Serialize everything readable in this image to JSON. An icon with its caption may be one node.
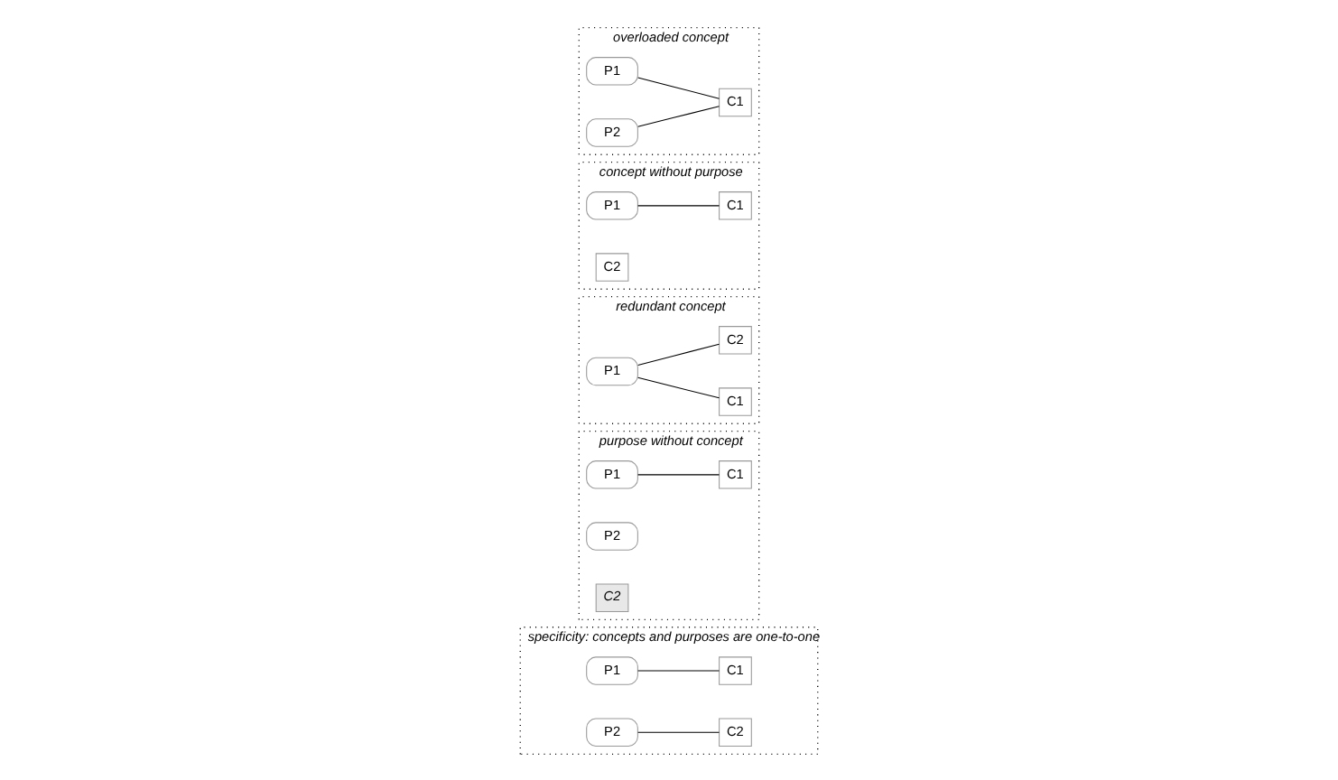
{
  "diagram": {
    "nodes": [
      {
        "text": [
          "specificity: concepts and purposes are one-to-one"
        ]
      },
      {
        "text": [
          "P1"
        ],
        "in": 0
      },
      {
        "text": [
          "C1"
        ],
        "in": 0
      },
      {
        "text": [
          "P2"
        ],
        "in": 0
      },
      {
        "text": [
          "C2"
        ],
        "in": 0
      },
      {
        "text": [
          "purpose without concept"
        ]
      },
      {
        "text": [
          "P1"
        ],
        "in": 5
      },
      {
        "text": [
          "C1"
        ],
        "in": 5
      },
      {
        "text": [
          "P2"
        ],
        "in": 5
      },
      {
        "text": [
          "C2"
        ],
        "in": 5
      },
      {
        "text": [
          "redundant concept"
        ]
      },
      {
        "text": [
          "P1"
        ],
        "in": 10
      },
      {
        "text": [
          "C1"
        ],
        "in": 10
      },
      {
        "text": [
          "C2"
        ],
        "in": 10
      },
      {
        "text": [
          "concept without purpose"
        ]
      },
      {
        "text": [
          "P1"
        ],
        "in": 14
      },
      {
        "text": [
          "C1"
        ],
        "in": 14
      },
      {
        "text": [
          "C2"
        ],
        "in": 14
      },
      {
        "text": [
          "overloaded concept"
        ]
      },
      {
        "text": [
          "P1"
        ],
        "in": 18
      },
      {
        "text": [
          "C1"
        ],
        "in": 18
      },
      {
        "text": [
          "P2"
        ],
        "in": 18
      }
    ],
    "edges": [
      {
        "from": 1,
        "to": 2,
        "arrow": "none"
      },
      {
        "from": 3,
        "to": 4,
        "arrow": "none"
      },
      {
        "from": 6,
        "to": 7,
        "arrow": "none"
      },
      {
        "from": 11,
        "to": 12,
        "arrow": "none"
      },
      {
        "from": 11,
        "to": 13,
        "arrow": "none"
      },
      {
        "from": 15,
        "to": 16,
        "arrow": "none"
      },
      {
        "from": 19,
        "to": 20,
        "arrow": "none"
      },
      {
        "from": 21,
        "to": 20,
        "arrow": "none"
      }
    ]
  }
}
